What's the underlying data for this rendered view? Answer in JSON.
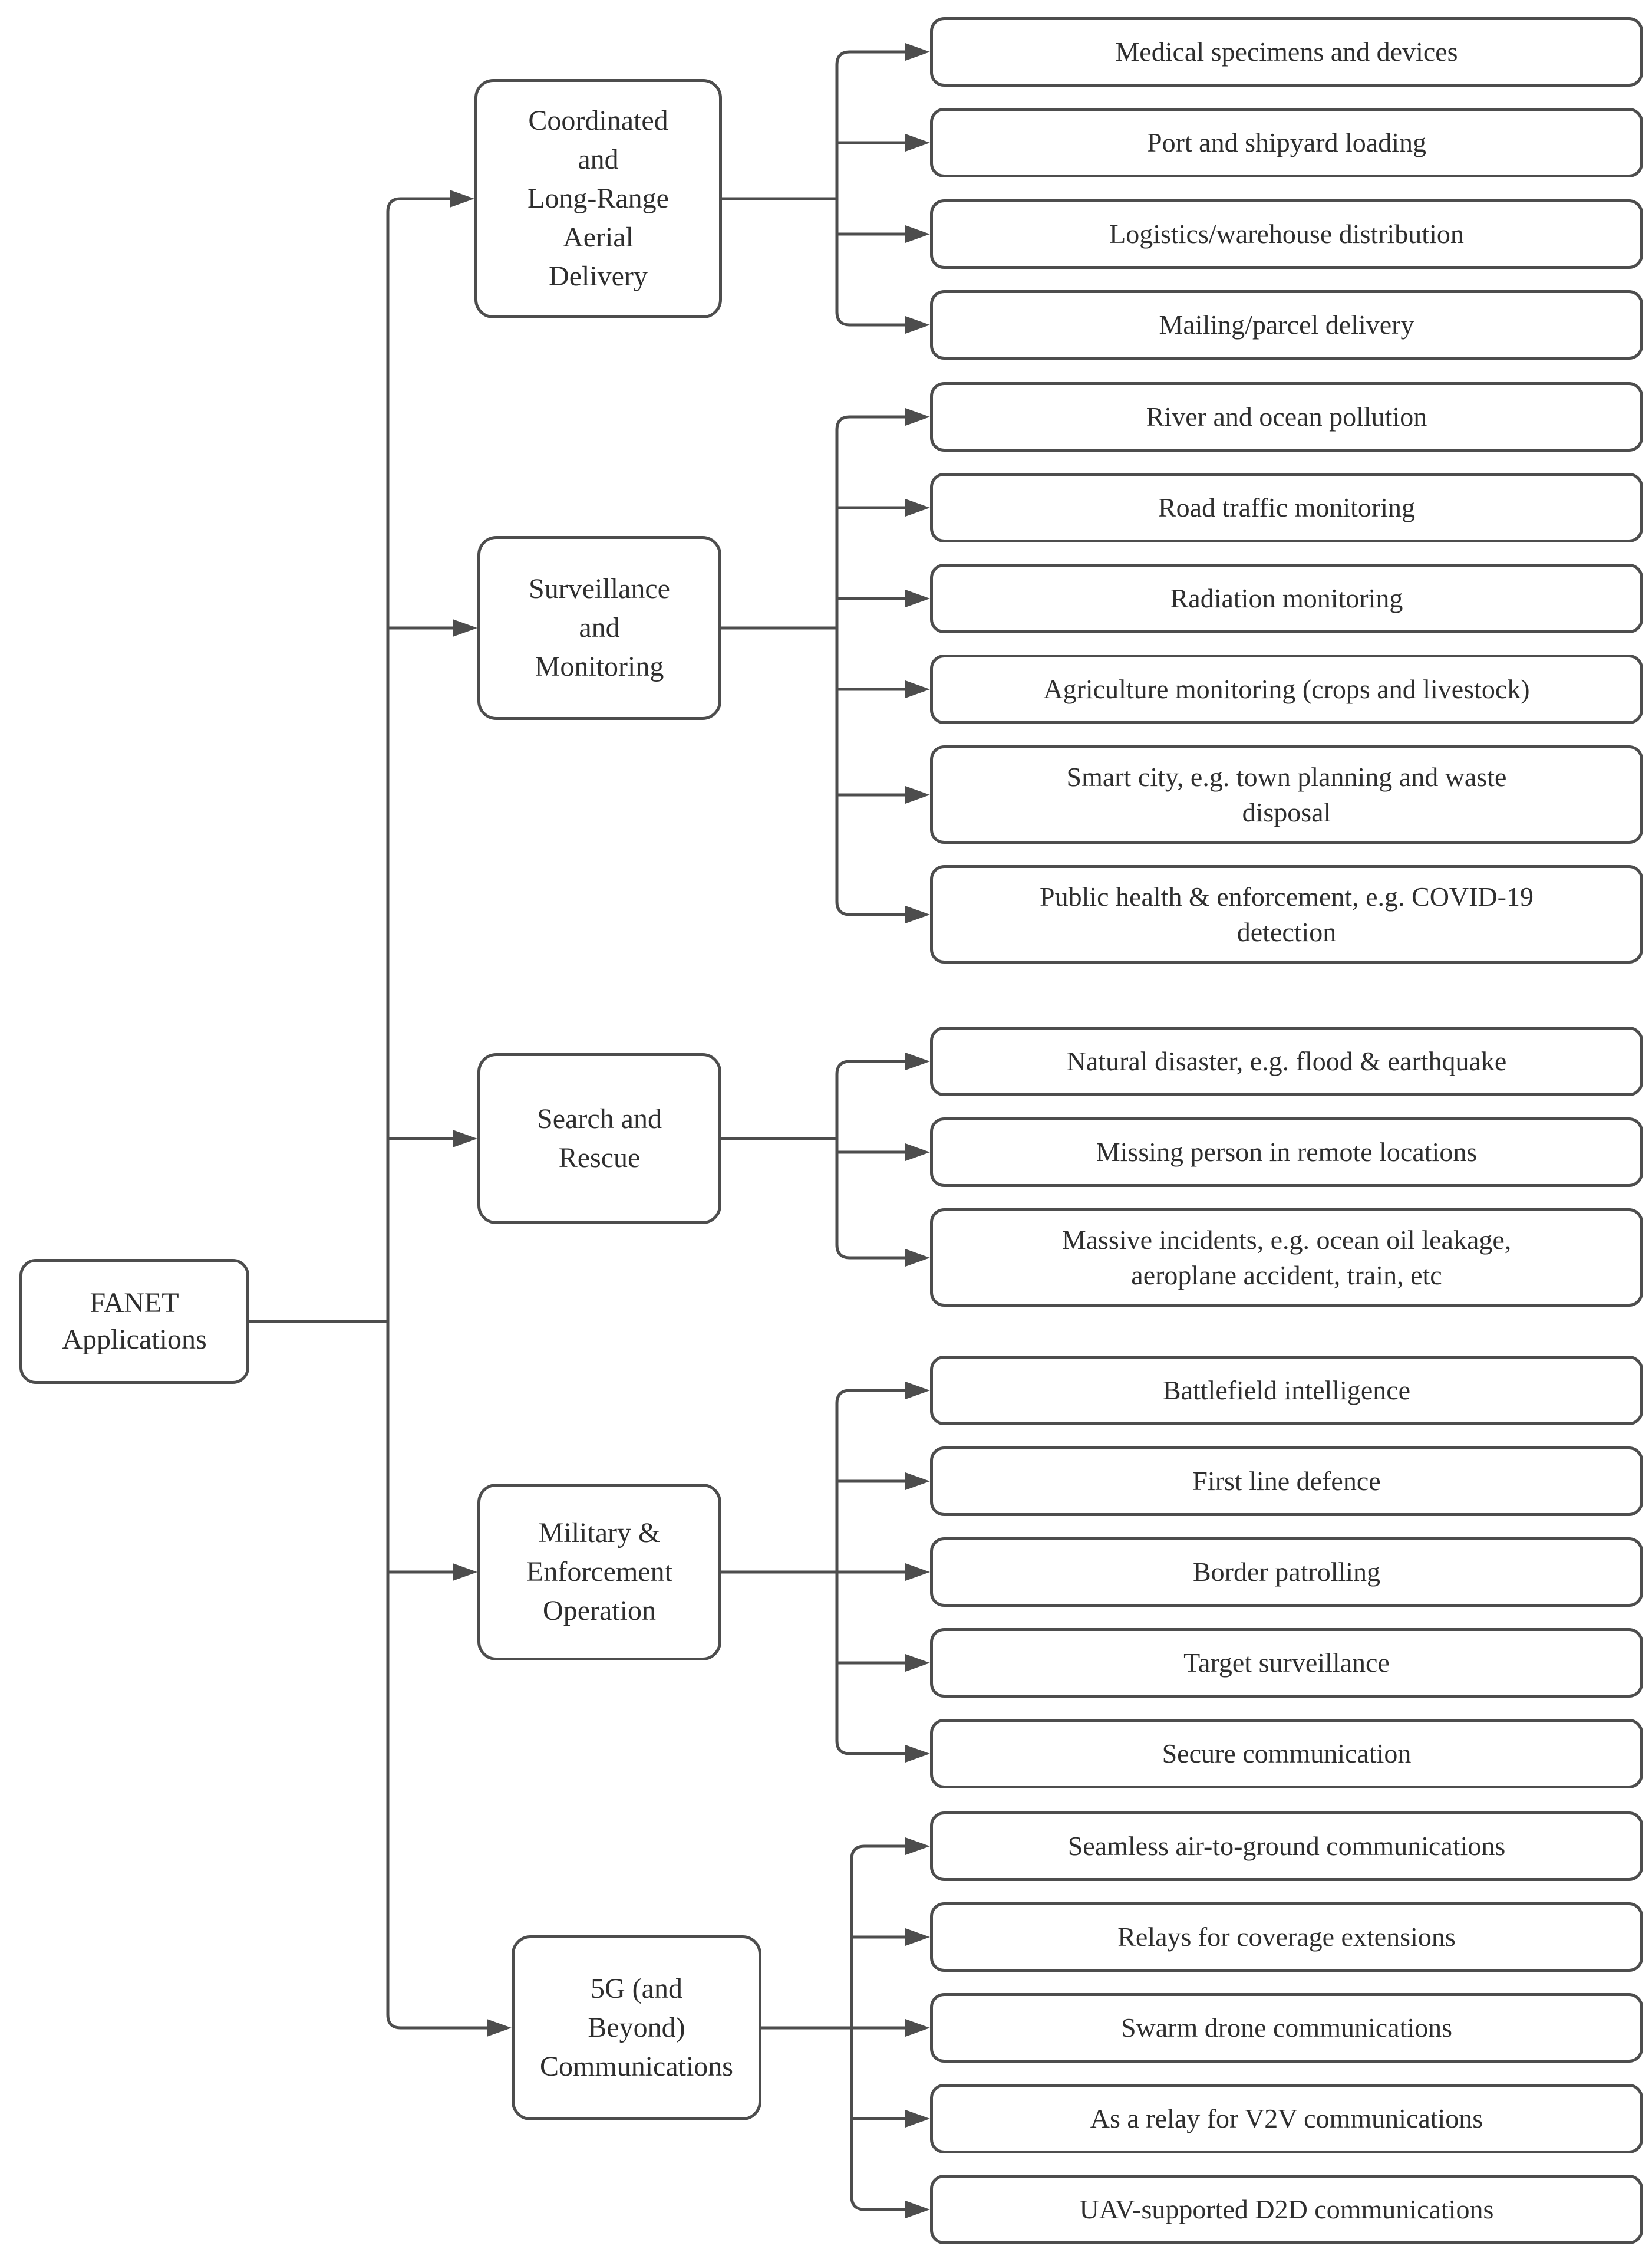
{
  "diagram": {
    "title_node": "FANET\nApplications",
    "colors": {
      "line": "#4d4d4d",
      "box_border": "#4d4d4d",
      "box_fill": "#ffffff",
      "text": "#2e2e2e"
    },
    "branches": [
      {
        "label": "Coordinated\nand\nLong-Range\nAerial\nDelivery",
        "leaves": [
          "Medical specimens and devices",
          "Port and shipyard loading",
          "Logistics/warehouse distribution",
          "Mailing/parcel delivery"
        ]
      },
      {
        "label": "Surveillance\nand\nMonitoring",
        "leaves": [
          "River and ocean pollution",
          "Road traffic monitoring",
          "Radiation monitoring",
          "Agriculture monitoring (crops and livestock)",
          "Smart city, e.g. town planning and waste\ndisposal",
          "Public health & enforcement, e.g. COVID-19\ndetection"
        ]
      },
      {
        "label": "Search and\nRescue",
        "leaves": [
          "Natural disaster, e.g. flood & earthquake",
          "Missing person in remote locations",
          "Massive incidents, e.g. ocean oil leakage,\naeroplane accident, train, etc"
        ]
      },
      {
        "label": "Military &\nEnforcement\nOperation",
        "leaves": [
          "Battlefield intelligence",
          "First line defence",
          "Border patrolling",
          "Target surveillance",
          "Secure communication"
        ]
      },
      {
        "label": "5G (and\nBeyond)\nCommunications",
        "leaves": [
          "Seamless air-to-ground communications",
          "Relays for coverage extensions",
          "Swarm drone communications",
          "As a relay for V2V communications",
          "UAV-supported D2D communications"
        ]
      }
    ]
  }
}
